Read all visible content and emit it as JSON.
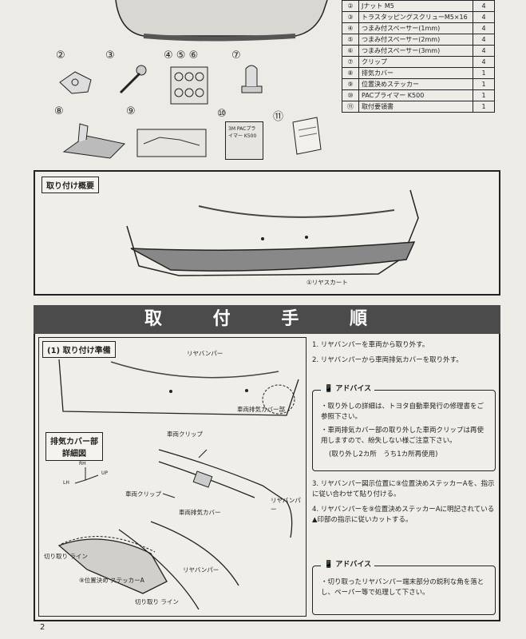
{
  "parts_table": [
    {
      "no": "②",
      "name": "Jナット M5",
      "qty": "4"
    },
    {
      "no": "③",
      "name": "トラスタッピングスクリューM5×16",
      "qty": "4"
    },
    {
      "no": "④",
      "name": "つまみ付スペーサー(1mm)",
      "qty": "4"
    },
    {
      "no": "⑤",
      "name": "つまみ付スペーサー(2mm)",
      "qty": "4"
    },
    {
      "no": "⑥",
      "name": "つまみ付スペーサー(3mm)",
      "qty": "4"
    },
    {
      "no": "⑦",
      "name": "クリップ",
      "qty": "4"
    },
    {
      "no": "⑧",
      "name": "排気カバー",
      "qty": "1"
    },
    {
      "no": "⑨",
      "name": "位置決めステッカー",
      "qty": "1"
    },
    {
      "no": "⑩",
      "name": "PACプライマー K500",
      "qty": "1"
    },
    {
      "no": "⑪",
      "name": "取付要領書",
      "qty": "1"
    }
  ],
  "parts_numbers": {
    "n2": "②",
    "n3": "③",
    "n456": "④ ⑤ ⑥",
    "n7": "⑦",
    "n8": "⑧",
    "n9": "⑨",
    "n10": "⑩",
    "n11": "⑪"
  },
  "primer_label": "3M PACプライマー K500",
  "overview": {
    "label": "取り付け概要",
    "callout": "①リヤスカート"
  },
  "procedure_title": "取 付 手 順",
  "prep": {
    "label": "(1) 取り付け準備",
    "rear_bumper": "リヤバンパー",
    "exhaust_cover": "車両排気カバー部",
    "detail_label_line1": "排気カバー部",
    "detail_label_line2": "詳細図",
    "vehicle_clip_1": "車両クリップ",
    "vehicle_clip_2": "車両クリップ",
    "vehicle_exhaust_cover": "車両排気カバー",
    "rear_bumper_2": "リヤバンパー",
    "rear_bumper_3": "リヤバンパー",
    "cut_line_1": "切り取り ライン",
    "sticker": "⑨位置決め ステッカーA",
    "cut_line_2": "切り取り ライン",
    "axis_rh": "RH",
    "axis_up": "UP",
    "axis_lh": "LH"
  },
  "steps": {
    "s1": "1. リヤバンパーを車両から取り外す。",
    "s2": "2. リヤバンパーから車両排気カバーを取り外す。",
    "s3": "3. リヤバンパー図示位置に⑨位置決めステッカーAを、指示に従い合わせて貼り付ける。",
    "s4": "4. リヤバンパーを⑨位置決めステッカーAに明記されている▲印部の指示に従いカットする。"
  },
  "advice1": {
    "head": "アドバイス",
    "a1": "・取り外しの詳細は、トヨタ自動車発行の修理書をご参照下さい。",
    "a2": "・車両排気カバー部の取り外した車両クリップは再使用しますので、紛失しない様ご注意下さい。",
    "a3": "(取り外し2カ所　うち1カ所再使用)"
  },
  "advice2": {
    "head": "アドバイス",
    "a1": "・切り取ったリヤバンパー端末部分の鋭利な角を落とし、ペーパー等で処理して下さい。"
  },
  "page_number": "2"
}
